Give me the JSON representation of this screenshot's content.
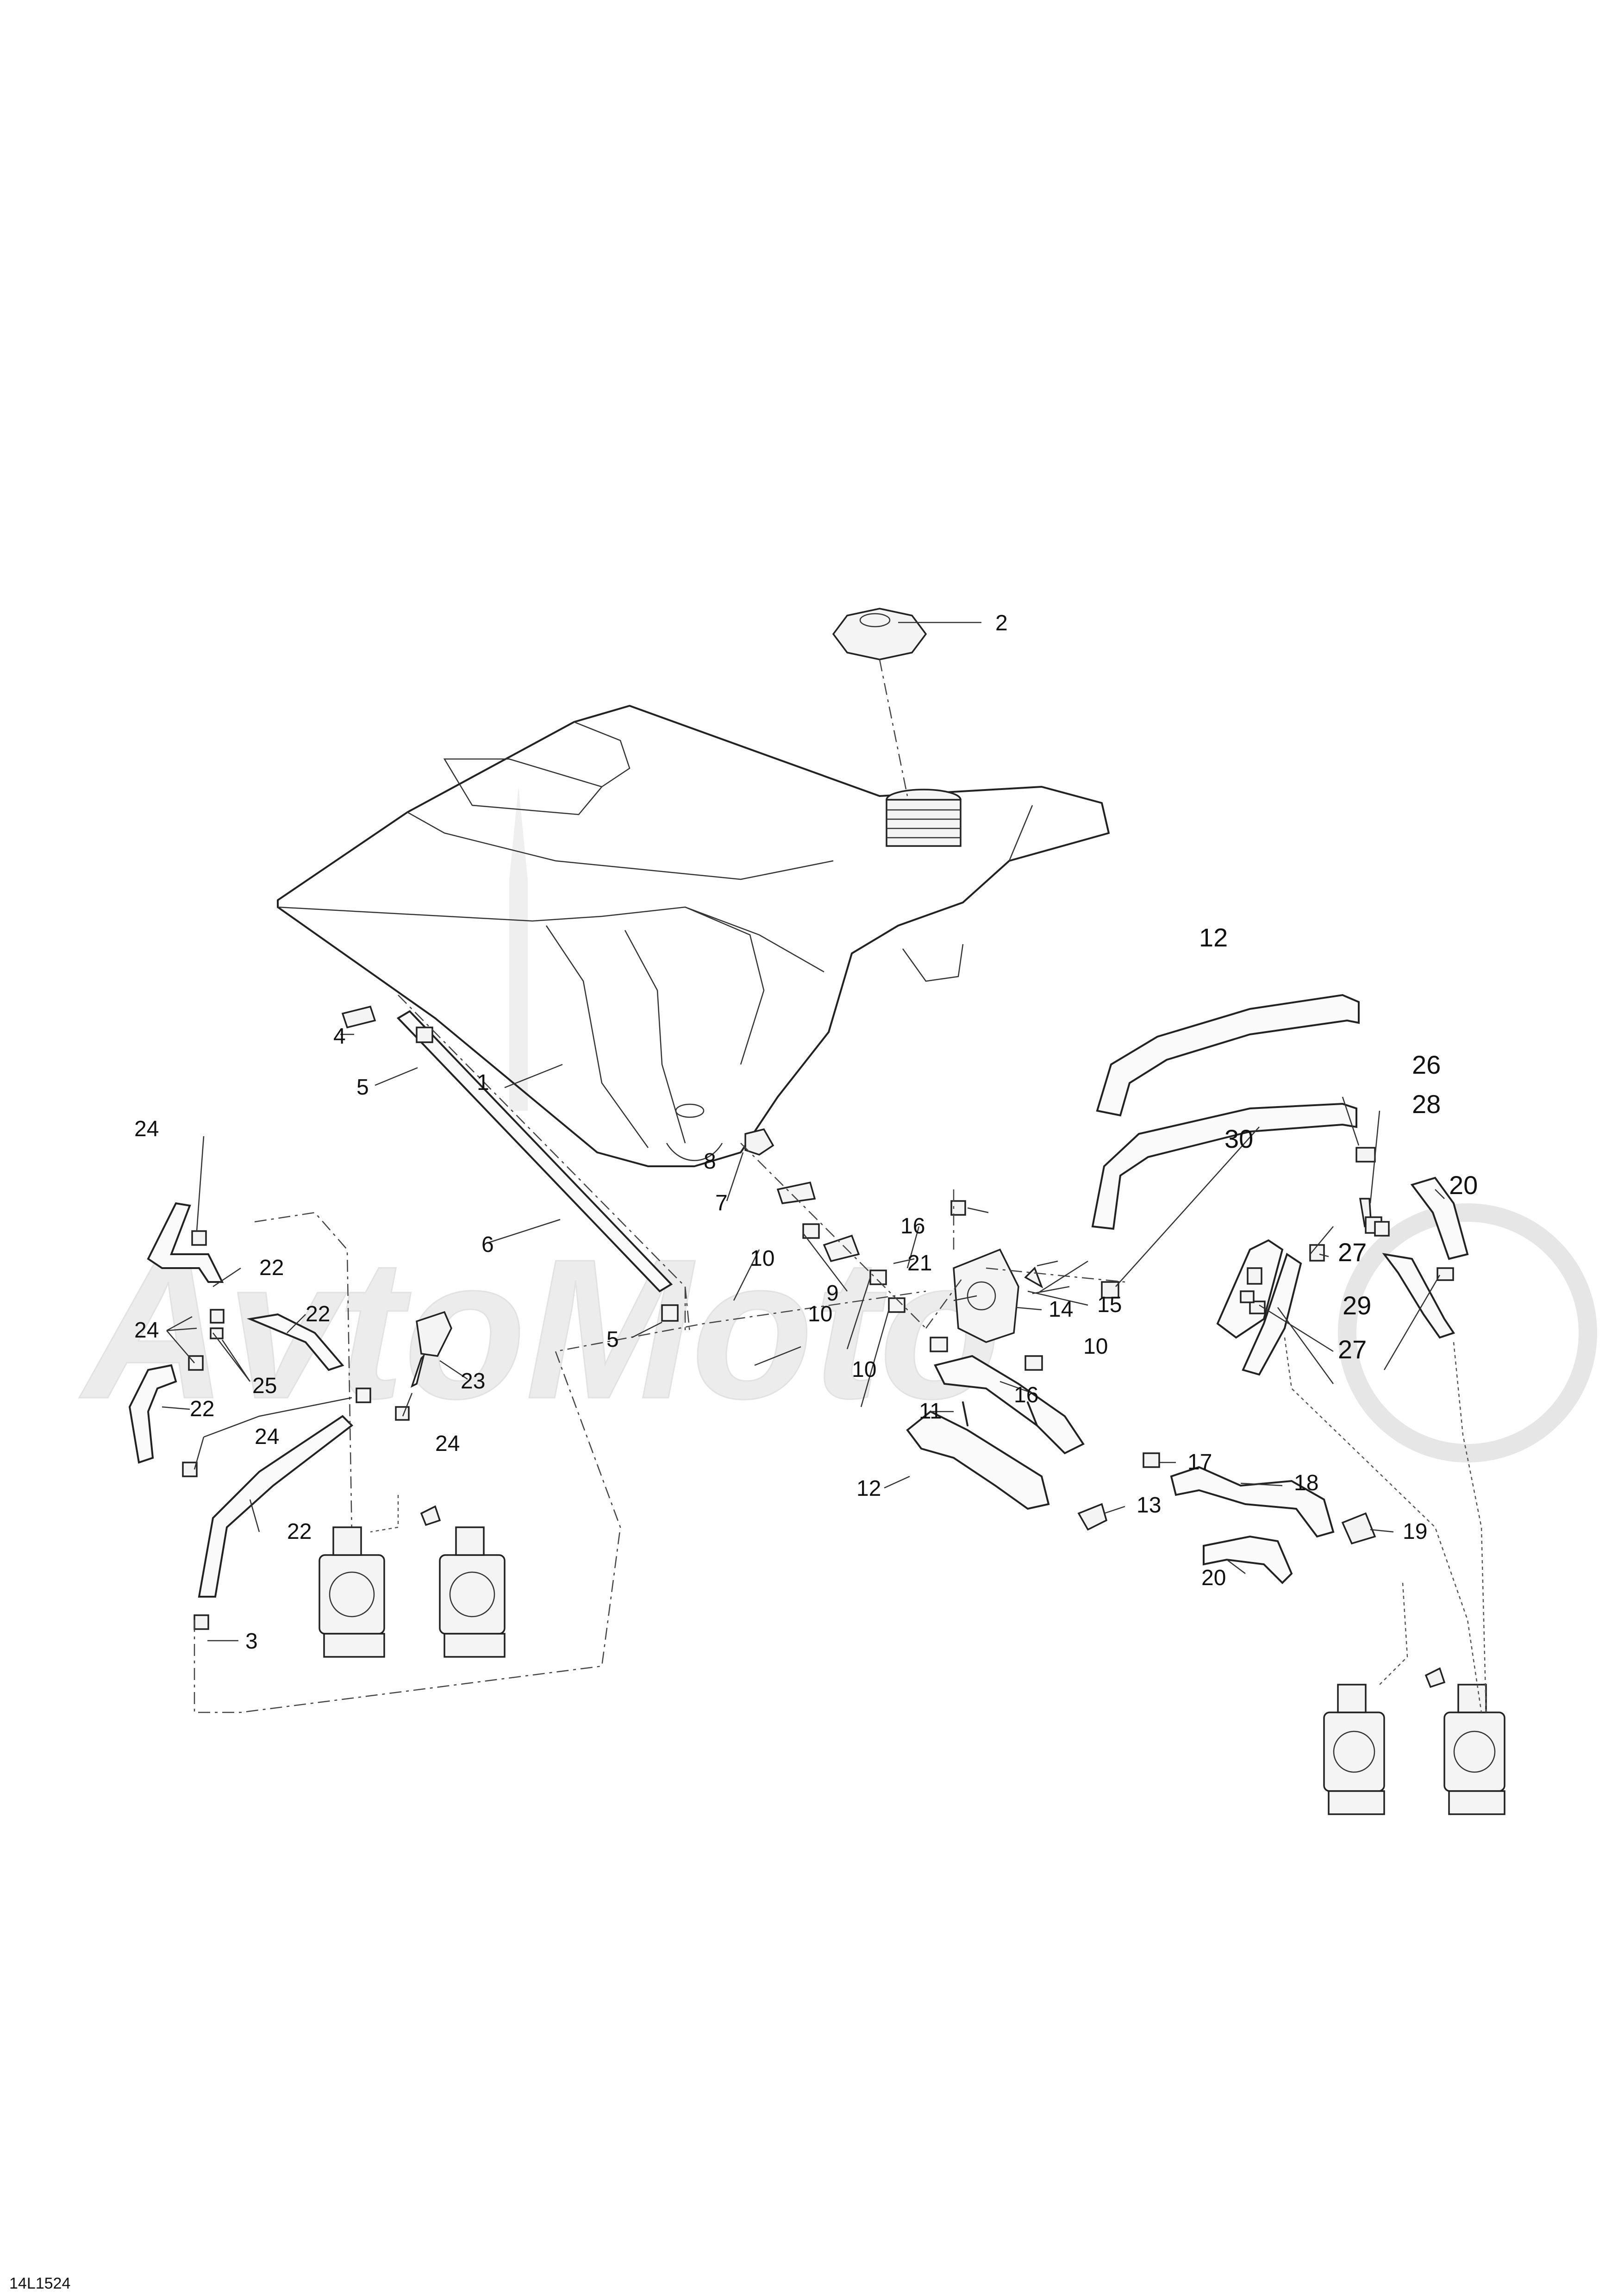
{
  "diagram": {
    "reference_code": "14L1524",
    "watermark_text": "AvtoMoto",
    "callouts": {
      "c1": "1",
      "c2": "2",
      "c3": "3",
      "c4": "4",
      "c5a": "5",
      "c5b": "5",
      "c6": "6",
      "c7": "7",
      "c8": "8",
      "c9": "9",
      "c10a": "10",
      "c10b": "10",
      "c10c": "10",
      "c10d": "10",
      "c11": "11",
      "c12a": "12",
      "c12b": "12",
      "c13": "13",
      "c14": "14",
      "c15": "15",
      "c16a": "16",
      "c16b": "16",
      "c17": "17",
      "c18": "18",
      "c19": "19",
      "c20a": "20",
      "c20b": "20",
      "c21": "21",
      "c22a": "22",
      "c22b": "22",
      "c22c": "22",
      "c22d": "22",
      "c23": "23",
      "c24a": "24",
      "c24b": "24",
      "c24c": "24",
      "c24d": "24",
      "c25": "25",
      "c26": "26",
      "c27a": "27",
      "c27b": "27",
      "c28": "28",
      "c29": "29",
      "c30": "30"
    }
  }
}
